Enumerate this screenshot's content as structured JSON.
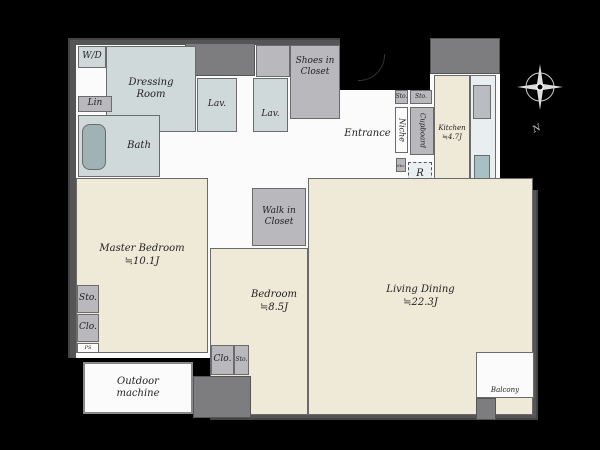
{
  "rooms": {
    "wd": "W/D",
    "dressing": "Dressing Room",
    "lin": "Lin",
    "bath": "Bath",
    "lav1": "Lav.",
    "lav2": "Lav.",
    "shoes": "Shoes in Closet",
    "entrance": "Entrance",
    "niche": "Niche",
    "cupboard": "Cupboard",
    "sto_top1": "Sto.",
    "sto_top2": "Sto.",
    "sto_niche": "Sto.",
    "kitchen": "Kitchen",
    "kitchen_size": "≒4.7J",
    "fridge": "R",
    "walkin": "Walk in Closet",
    "master": "Master Bedroom",
    "master_size": "≒10.1J",
    "master_sto": "Sto.",
    "master_clo": "Clo.",
    "ps": "PS",
    "bedroom": "Bedroom",
    "bedroom_size": "≒8.5J",
    "bedroom_clo": "Clo.",
    "bedroom_sto": "Sto.",
    "living": "Living Dining",
    "living_size": "≒22.3J",
    "outdoor": "Outdoor machine",
    "balcony": "Balcony"
  },
  "compass": {
    "north": "N"
  }
}
